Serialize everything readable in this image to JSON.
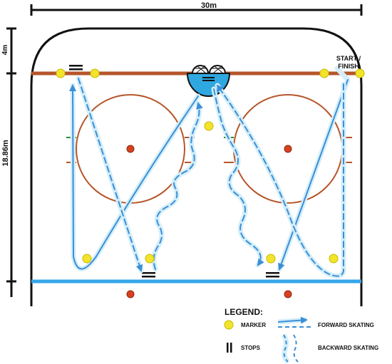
{
  "dimensions": {
    "width_label": "30m",
    "top_zone_label": "4m",
    "side_label": "18.86m"
  },
  "start_finish": {
    "line1": "START /",
    "line2": "FINISH"
  },
  "legend": {
    "title": "LEGEND:",
    "marker_label": "MARKER",
    "stops_label": "STOPS",
    "forward_label": "FORWARD SKATING",
    "backward_label": "BACKWARD SKATING"
  },
  "colors": {
    "rink_line": "#111111",
    "goal_line": "#b5562a",
    "circle": "#b5562a",
    "blue_line": "#35a6e8",
    "path": "#3b8fd6",
    "path_glow": "#d4eef9",
    "marker": "#f2e42b",
    "faceoff_dot": "#d94020",
    "net_blue": "#2fa8e0"
  },
  "icons": {
    "marker": "yellow-circle",
    "stop": "double-bar",
    "forward": "solid-arrow",
    "backward": "dashed-wavy-arrow"
  }
}
